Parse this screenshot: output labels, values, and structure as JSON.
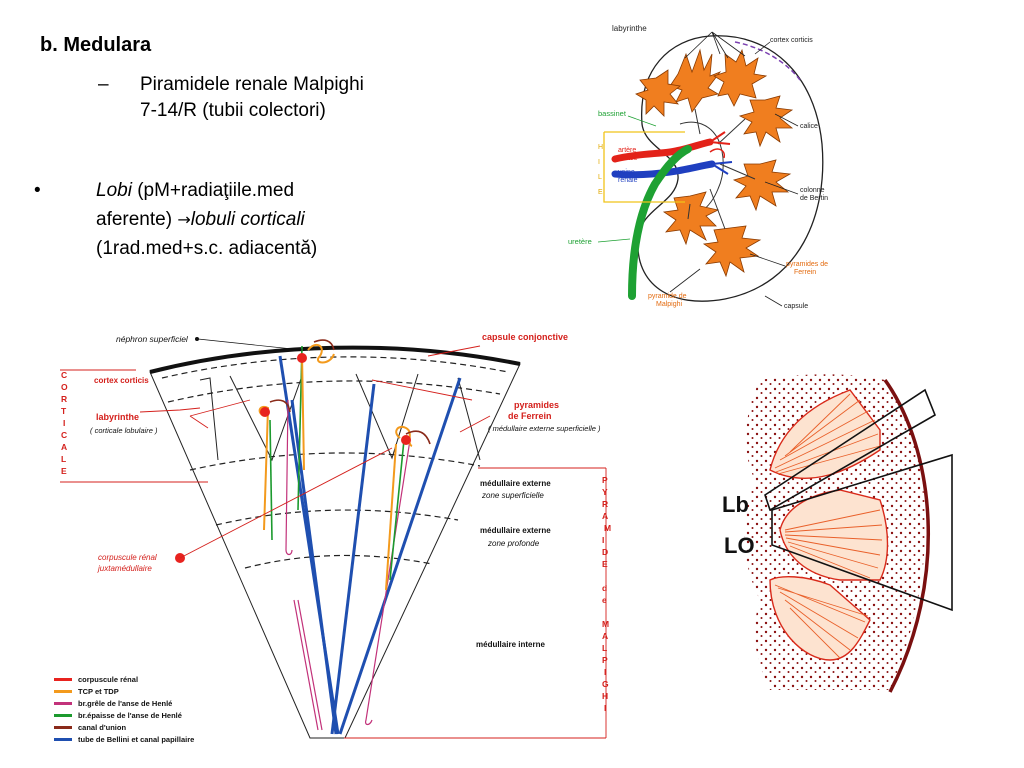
{
  "slide": {
    "heading": "b. Medulara",
    "sub_dash": "–",
    "sub_line1": "Piramidele renale Malpighi",
    "sub_line2": "7-14/R (tubii colectori)",
    "bullet_mark": "•",
    "bullet_lobi": "Lobi",
    "bullet_rest1": " (pM+radiaţiile.med",
    "bullet_line2a": "aferente) ",
    "bullet_arrow": "→",
    "bullet_lobuli": "lobuli corticali",
    "bullet_line3": "(1rad.med+s.c. adiacentă)"
  },
  "kidney": {
    "labyrinthe": "labyrinthe",
    "cortex_corticis": "cortex corticis",
    "bassinet": "bassinet",
    "calice": "calice",
    "artere_1": "artère",
    "artere_2": "rénale",
    "veine_1": "veine",
    "veine_2": "rénale",
    "hile": [
      "H",
      "I",
      "L",
      "E"
    ],
    "colonne_1": "colonne",
    "colonne_2": "de Bertin",
    "uretere": "uretère",
    "pyr_ferrein_1": "pyramides de",
    "pyr_ferrein_2": "Ferrein",
    "pyr_malpighi_1": "pyramide  de",
    "pyr_malpighi_2": "Malpighi",
    "capsule": "capsule"
  },
  "lobule": {
    "nephron": "néphron superficiel",
    "capsule_conj": "capsule conjonctive",
    "corticale": [
      "C",
      "O",
      "R",
      "T",
      "I",
      "C",
      "A",
      "L",
      "E"
    ],
    "cortex_corticis": "cortex corticis",
    "labyrinthe": "labyrinthe",
    "corticale_lobulaire": "( corticale lobulaire )",
    "pyr_ferrein_1": "pyramides",
    "pyr_ferrein_2": "de Ferrein",
    "med_ext_superf": "( médullaire externe superficielle )",
    "med_externe_1": "médullaire externe",
    "zone_superficielle": "zone superficielle",
    "med_externe_2": "médullaire externe",
    "zone_profonde": "zone profonde",
    "corpuscule_1": "corpuscule rénal",
    "corpuscule_2": "juxtamédullaire",
    "med_interne": "médullaire interne",
    "pyramide_malpighi": [
      "P",
      "Y",
      "R",
      "A",
      "M",
      "I",
      "D",
      "E",
      "",
      "d",
      "e",
      "",
      "M",
      "A",
      "L",
      "P",
      "I",
      "G",
      "H",
      "I"
    ],
    "legend": [
      {
        "label": "corpuscule rénal",
        "color": "#e8231f"
      },
      {
        "label": "TCP et TDP",
        "color": "#f39a1d"
      },
      {
        "label": "br.grêle de l'anse de Henlé",
        "color": "#c2327a"
      },
      {
        "label": "br.épaisse de l'anse de Henlé",
        "color": "#1c9a2e"
      },
      {
        "label": "canal d'union",
        "color": "#8a2a1a"
      },
      {
        "label": "tube de Bellini et canal papillaire",
        "color": "#1f4fb0"
      }
    ]
  },
  "lobe": {
    "lb": "Lb",
    "lo": "LO"
  },
  "colors": {
    "red_label": "#d4201c",
    "orange": "#ee7d1e",
    "blue": "#1f4fb0",
    "green": "#1c9a2e",
    "maroon": "#7a1010"
  }
}
